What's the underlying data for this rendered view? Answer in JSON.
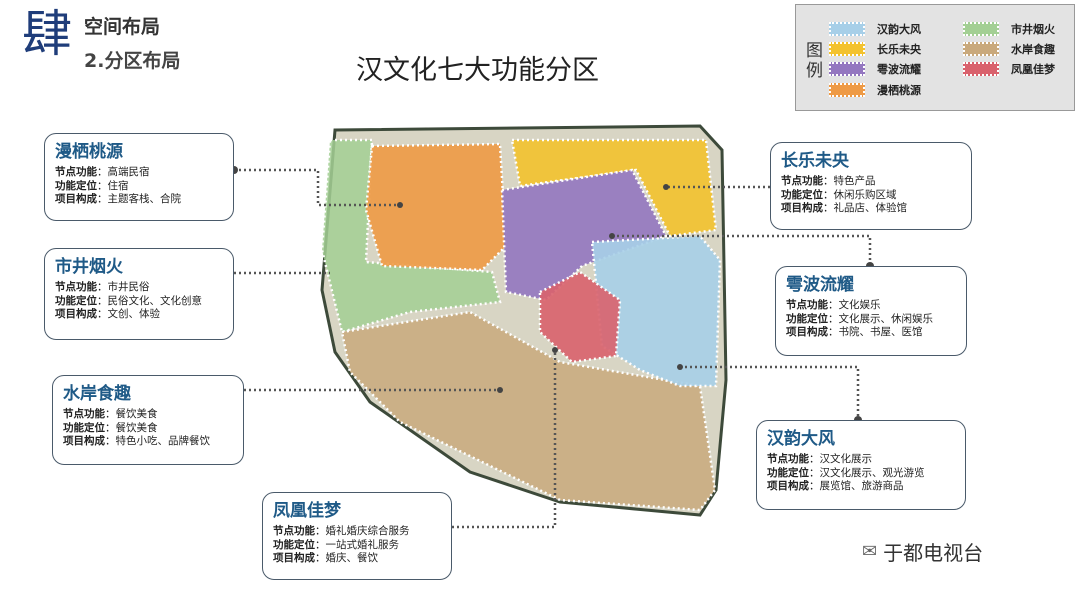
{
  "header": {
    "big_char": "肆",
    "section": "空间布局",
    "subsection": "2.分区布局"
  },
  "title": "汉文化七大功能分区",
  "legend": {
    "label": "图例",
    "items": [
      {
        "name": "汉韵大风",
        "color": "#a7cfe8"
      },
      {
        "name": "长乐未央",
        "color": "#f3c22e"
      },
      {
        "name": "雩波流耀",
        "color": "#9477c0"
      },
      {
        "name": "漫栖桃源",
        "color": "#ee9a45"
      },
      {
        "name": "市井烟火",
        "color": "#a3cf94"
      },
      {
        "name": "水岸食趣",
        "color": "#c9a97c"
      },
      {
        "name": "凤凰佳梦",
        "color": "#d9626d"
      }
    ]
  },
  "field_labels": {
    "node": "节点功能",
    "position": "功能定位",
    "compose": "项目构成"
  },
  "zones": {
    "manqi": {
      "name": "漫栖桃源",
      "node": "高端民宿",
      "position": "住宿",
      "compose": "主题客栈、合院"
    },
    "shijing": {
      "name": "市井烟火",
      "node": "市井民俗",
      "position": "民俗文化、文化创意",
      "compose": "文创、体验"
    },
    "shuian": {
      "name": "水岸食趣",
      "node": "餐饮美食",
      "position": "餐饮美食",
      "compose": "特色小吃、品牌餐饮"
    },
    "fenghuang": {
      "name": "凤凰佳梦",
      "node": "婚礼婚庆综合服务",
      "position": "一站式婚礼服务",
      "compose": "婚庆、餐饮"
    },
    "changle": {
      "name": "长乐未央",
      "node": "特色产品",
      "position": "休闲乐购区域",
      "compose": "礼品店、体验馆"
    },
    "yubo": {
      "name": "雩波流耀",
      "node": "文化娱乐",
      "position": "文化展示、休闲娱乐",
      "compose": "书院、书屋、医馆"
    },
    "hanyun": {
      "name": "汉韵大风",
      "node": "汉文化展示",
      "position": "汉文化展示、观光游览",
      "compose": "展览馆、旅游商品"
    }
  },
  "watermark": "于都电视台"
}
